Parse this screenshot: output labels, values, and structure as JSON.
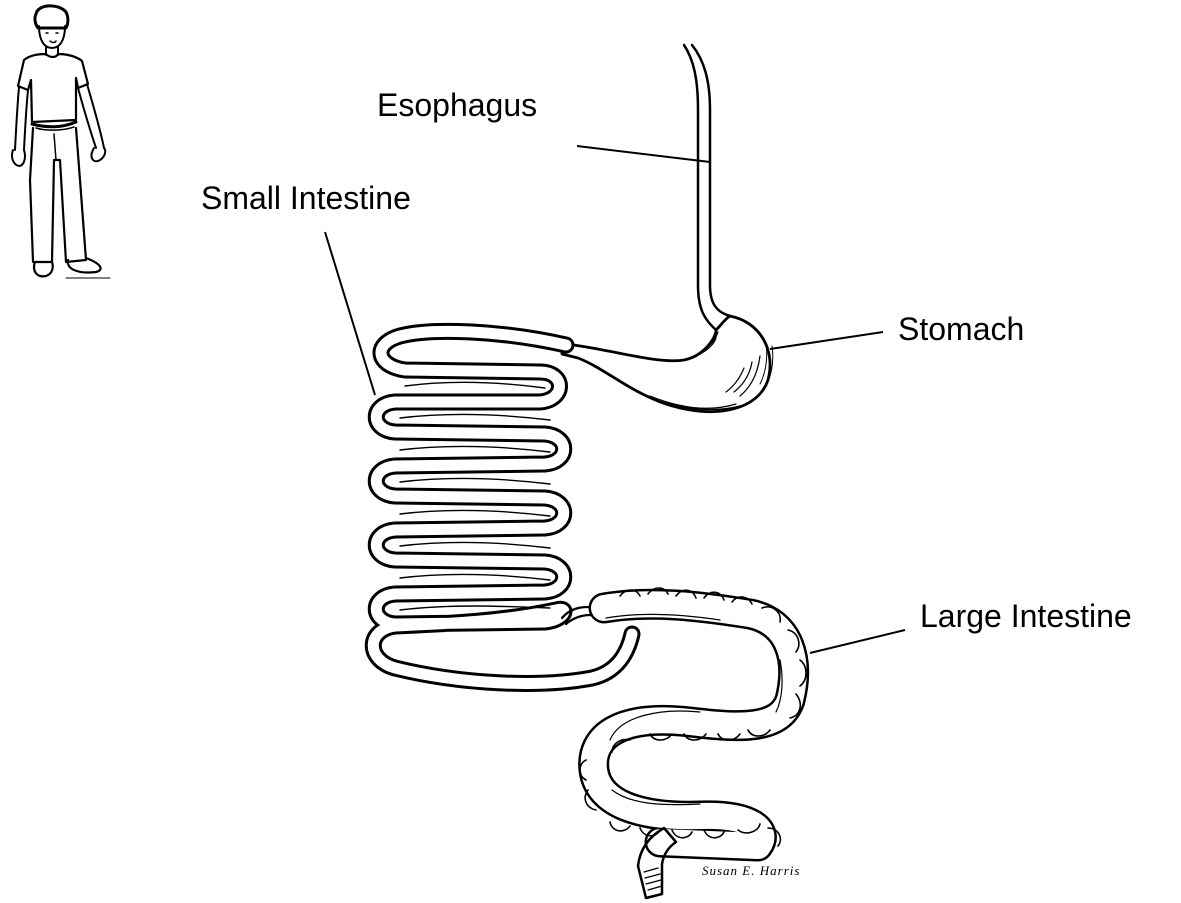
{
  "labels": {
    "esophagus": "Esophagus",
    "small_intestine": "Small Intestine",
    "stomach": "Stomach",
    "large_intestine": "Large Intestine"
  },
  "signature": "Susan E. Harris",
  "colors": {
    "ink": "#000000",
    "background": "#ffffff"
  }
}
